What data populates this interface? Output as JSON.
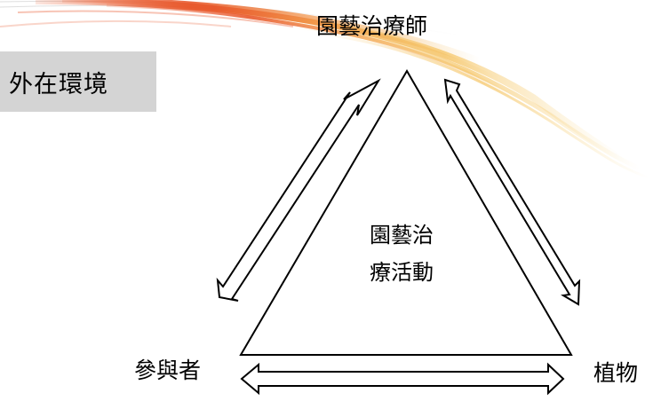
{
  "environment_label": "外在環境",
  "nodes": {
    "top": "園藝治療師",
    "bottom_left": "參與者",
    "bottom_right": "植物"
  },
  "center": {
    "line1": "園藝治",
    "line2": "療活動"
  },
  "colors": {
    "swoosh_orange": "#e8572a",
    "swoosh_gold": "#f2b233",
    "environment_box": "#d4d4d4",
    "stroke": "#000000"
  }
}
